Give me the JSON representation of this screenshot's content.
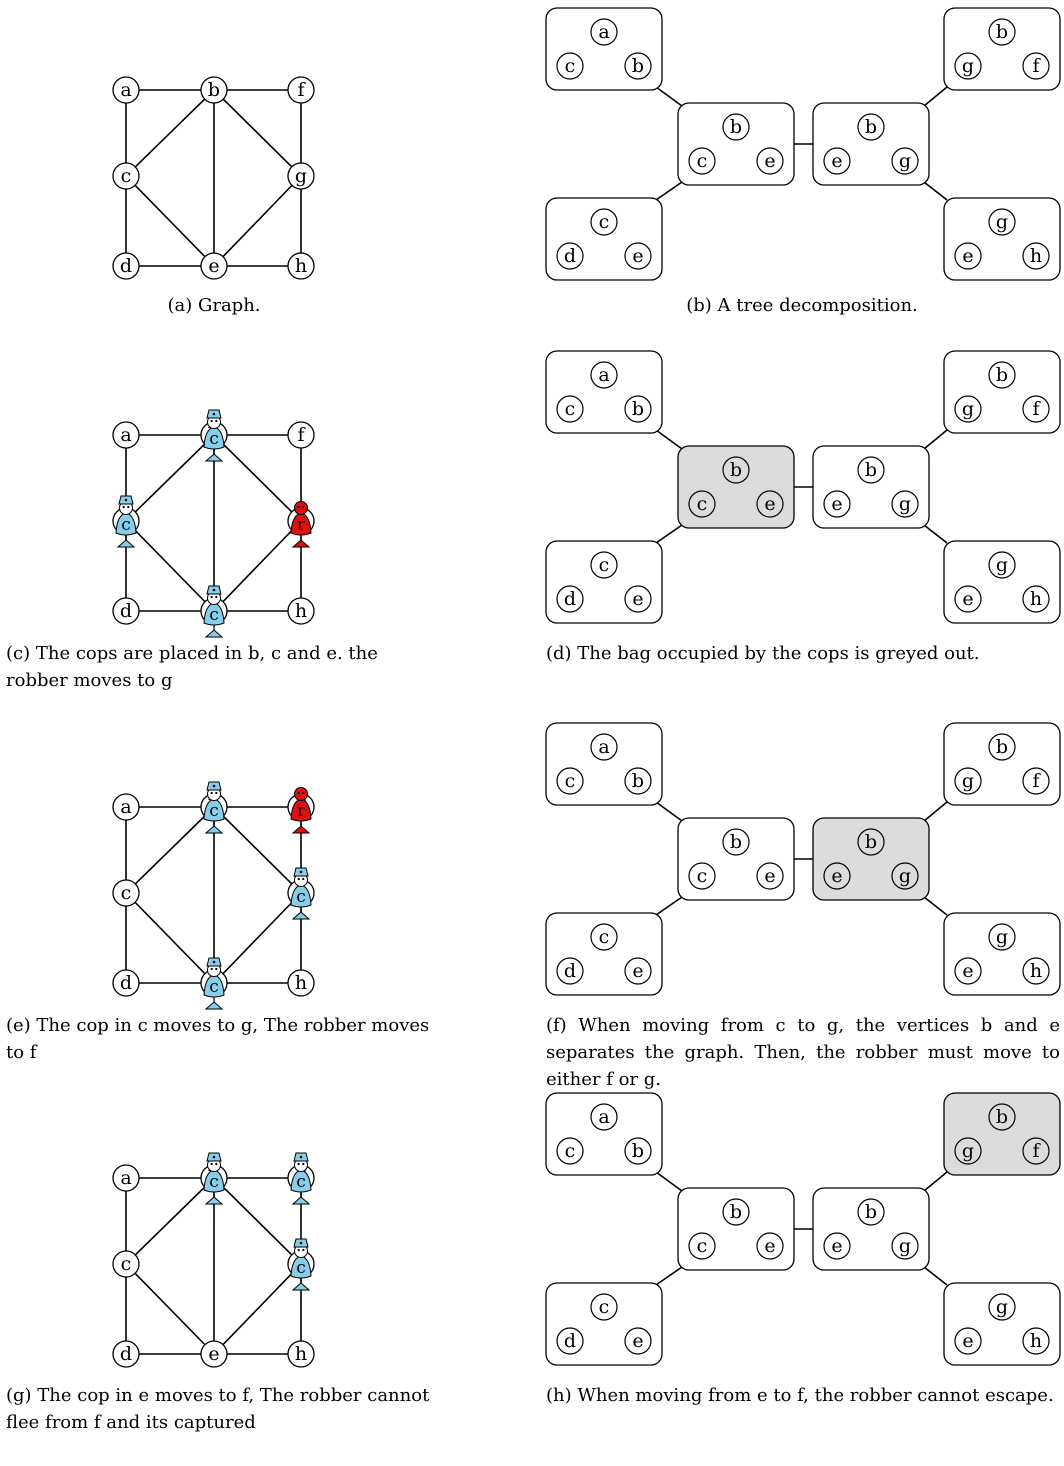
{
  "graph": {
    "vertices": [
      "a",
      "b",
      "c",
      "d",
      "e",
      "f",
      "g",
      "h"
    ],
    "edges": [
      [
        "a",
        "b"
      ],
      [
        "b",
        "f"
      ],
      [
        "a",
        "c"
      ],
      [
        "c",
        "d"
      ],
      [
        "d",
        "e"
      ],
      [
        "e",
        "h"
      ],
      [
        "f",
        "g"
      ],
      [
        "g",
        "h"
      ],
      [
        "b",
        "c"
      ],
      [
        "b",
        "e"
      ],
      [
        "b",
        "g"
      ],
      [
        "c",
        "e"
      ],
      [
        "e",
        "g"
      ]
    ]
  },
  "tree_decomposition": {
    "bags": [
      {
        "id": "abc",
        "top": "a",
        "left": "c",
        "right": "b"
      },
      {
        "id": "cde",
        "top": "c",
        "left": "d",
        "right": "e"
      },
      {
        "id": "bce",
        "top": "b",
        "left": "c",
        "right": "e"
      },
      {
        "id": "beg",
        "top": "b",
        "left": "e",
        "right": "g"
      },
      {
        "id": "bgf",
        "top": "b",
        "left": "g",
        "right": "f"
      },
      {
        "id": "geh",
        "top": "g",
        "left": "e",
        "right": "h"
      }
    ],
    "tree_edges": [
      [
        "abc",
        "bce"
      ],
      [
        "cde",
        "bce"
      ],
      [
        "bce",
        "beg"
      ],
      [
        "beg",
        "bgf"
      ],
      [
        "beg",
        "geh"
      ]
    ]
  },
  "colors": {
    "cop": "#87ceeb",
    "robber": "#e01010",
    "greyed_bag": "#dcdcdc"
  },
  "pawn_letters": {
    "cop": "c",
    "robber": "r"
  },
  "rows": [
    {
      "graph_caption": "(a) Graph.",
      "graph_caption_align": "center",
      "cops": [],
      "robber": null,
      "tree_caption": "(b) A tree decomposition.",
      "tree_caption_align": "center",
      "grey_bag": null
    },
    {
      "graph_caption": "(c) The cops are placed in b, c and e. the robber moves to g",
      "graph_caption_align": "left",
      "cops": [
        "b",
        "c",
        "e"
      ],
      "robber": "g",
      "tree_caption": "(d) The bag occupied by the cops is greyed out.",
      "tree_caption_align": "left",
      "grey_bag": "bce"
    },
    {
      "graph_caption": "(e) The cop in c moves to g, The robber moves to f",
      "graph_caption_align": "left",
      "cops": [
        "b",
        "g",
        "e"
      ],
      "robber": "f",
      "tree_caption": "(f) When moving from c to g, the vertices b and e separates the graph. Then, the robber must move to either f or g.",
      "tree_caption_align": "justify",
      "grey_bag": "beg"
    },
    {
      "graph_caption": "(g) The cop in e moves to f, The robber cannot flee from f and its captured",
      "graph_caption_align": "left",
      "cops": [
        "b",
        "f",
        "g"
      ],
      "robber": null,
      "tree_caption": "(h) When moving from e to f, the robber cannot escape.",
      "tree_caption_align": "justify",
      "grey_bag": "bgf"
    }
  ]
}
